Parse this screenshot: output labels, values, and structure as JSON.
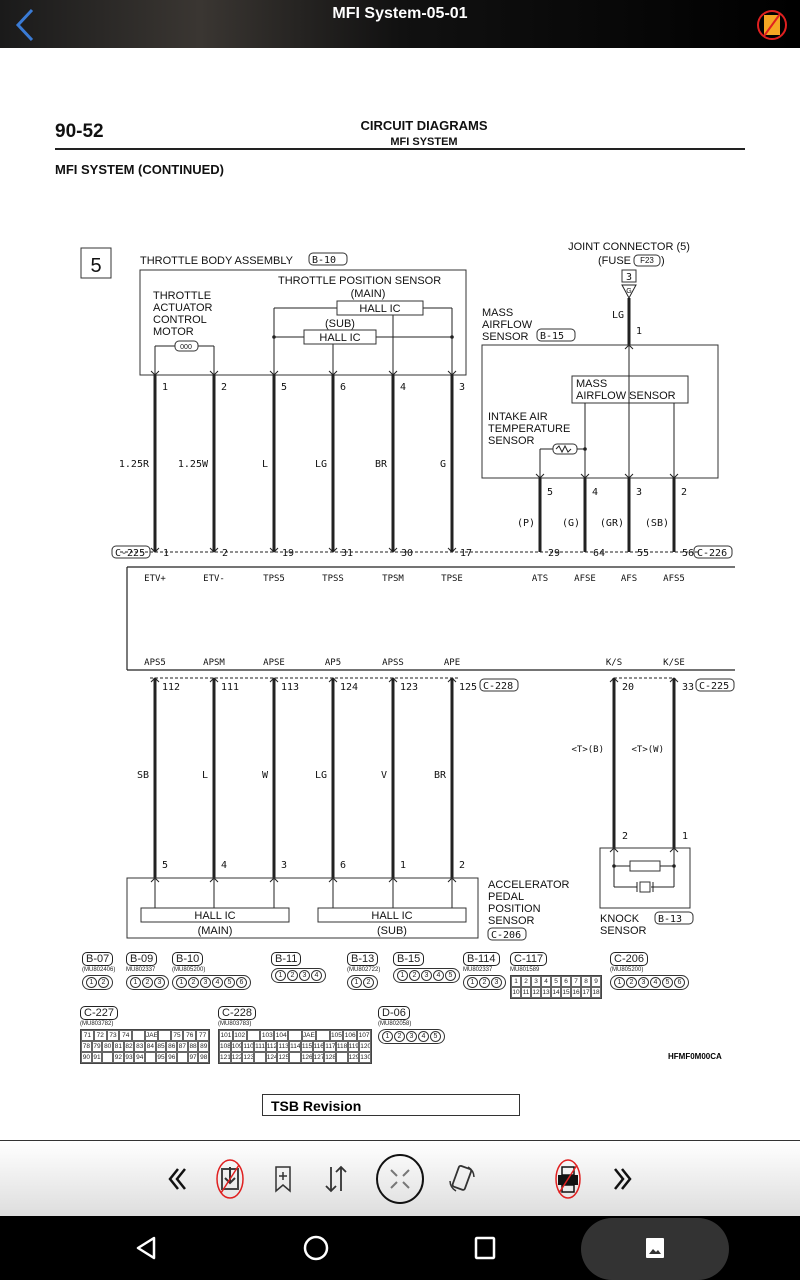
{
  "header": {
    "title": "MFI System-05-01"
  },
  "page": {
    "number": "90-52",
    "title": "CIRCUIT DIAGRAMS",
    "subtitle": "MFI SYSTEM",
    "section": "MFI SYSTEM (CONTINUED)",
    "diagram_no": "5",
    "figure_code": "HFMF0M00CA"
  },
  "throttle": {
    "assembly": "THROTTLE BODY ASSEMBLY",
    "connector": "B-10",
    "tps": "THROTTLE POSITION SENSOR",
    "main": "(MAIN)",
    "sub": "(SUB)",
    "hall_ic": "HALL IC",
    "motor": [
      "THROTTLE",
      "ACTUATOR",
      "CONTROL",
      "MOTOR"
    ],
    "coil": "000"
  },
  "top_wires": [
    {
      "pin": "1",
      "color": "1.25R",
      "ecu_pin": "1",
      "signal": "ETV+"
    },
    {
      "pin": "2",
      "color": "1.25W",
      "ecu_pin": "2",
      "signal": "ETV-"
    },
    {
      "pin": "5",
      "color": "L",
      "ecu_pin": "19",
      "signal": "TPS5"
    },
    {
      "pin": "6",
      "color": "LG",
      "ecu_pin": "31",
      "signal": "TPSS"
    },
    {
      "pin": "4",
      "color": "BR",
      "ecu_pin": "30",
      "signal": "TPSM"
    },
    {
      "pin": "3",
      "color": "G",
      "ecu_pin": "17",
      "signal": "TPSE"
    }
  ],
  "top_ecu_connector_left": "C-225",
  "top_ecu_connector_right": "C-226",
  "joint": {
    "title": "JOINT CONNECTOR (5)",
    "fuse_prefix": "(FUSE",
    "fuse": "F23",
    "fuse_suffix": ")",
    "pin": "3",
    "marker": "G",
    "color": "LG",
    "maf_pin": "1"
  },
  "maf": {
    "label": [
      "MASS",
      "AIRFLOW",
      "SENSOR"
    ],
    "connector": "B-15",
    "inner": [
      "MASS",
      "AIRFLOW SENSOR"
    ],
    "iat": [
      "INTAKE AIR",
      "TEMPERATURE",
      "SENSOR"
    ],
    "wires": [
      {
        "pin": "5",
        "color": "(P)",
        "ecu_pin": "29",
        "signal": "ATS"
      },
      {
        "pin": "4",
        "color": "(G)",
        "ecu_pin": "64",
        "signal": "AFSE"
      },
      {
        "pin": "3",
        "color": "(GR)",
        "ecu_pin": "55",
        "signal": "AFS"
      },
      {
        "pin": "2",
        "color": "(SB)",
        "ecu_pin": "56",
        "signal": "AFS5"
      }
    ]
  },
  "bottom_wires": [
    {
      "signal": "APS5",
      "ecu_pin": "112",
      "color": "SB",
      "pin": "5"
    },
    {
      "signal": "APSM",
      "ecu_pin": "111",
      "color": "L",
      "pin": "4"
    },
    {
      "signal": "APSE",
      "ecu_pin": "113",
      "color": "W",
      "pin": "3"
    },
    {
      "signal": "AP5",
      "ecu_pin": "124",
      "color": "LG",
      "pin": "6"
    },
    {
      "signal": "APSS",
      "ecu_pin": "123",
      "color": "V",
      "pin": "1"
    },
    {
      "signal": "APE",
      "ecu_pin": "125",
      "color": "BR",
      "pin": "2"
    }
  ],
  "bottom_ecu_connector": "C-228",
  "app": {
    "label": [
      "ACCELERATOR",
      "PEDAL",
      "POSITION",
      "SENSOR"
    ],
    "connector": "C-206",
    "hall_ic": "HALL IC",
    "main": "(MAIN)",
    "sub": "(SUB)"
  },
  "knock": {
    "wires": [
      {
        "signal": "K/S",
        "ecu_pin": "20",
        "color": "<T>(B)",
        "pin": "2"
      },
      {
        "signal": "K/SE",
        "ecu_pin": "33",
        "color": "<T>(W)",
        "pin": "1"
      }
    ],
    "ecu_connector": "C-225",
    "label": [
      "KNOCK",
      "SENSOR"
    ],
    "connector": "B-13"
  },
  "connectors": [
    {
      "id": "B-07",
      "part": "(MU802406)",
      "pins": [
        "1",
        "2"
      ]
    },
    {
      "id": "B-09",
      "part": "MU802337",
      "pins": [
        "1",
        "2",
        "3"
      ]
    },
    {
      "id": "B-10",
      "part": "(MU805200)",
      "pins": [
        "1",
        "2",
        "3",
        "4",
        "5",
        "6"
      ]
    },
    {
      "id": "B-11",
      "part": "",
      "pins": [
        "1",
        "2",
        "3",
        "4"
      ]
    },
    {
      "id": "B-13",
      "part": "(MU802722)",
      "pins": [
        "1",
        "2"
      ]
    },
    {
      "id": "B-15",
      "part": "",
      "pins": [
        "1",
        "2",
        "3",
        "4",
        "5"
      ]
    },
    {
      "id": "B-114",
      "part": "MU802337",
      "pins": [
        "1",
        "2",
        "3"
      ]
    },
    {
      "id": "C-206",
      "part": "(MU805200)",
      "pins": [
        "1",
        "2",
        "3",
        "4",
        "5",
        "6"
      ]
    },
    {
      "id": "D-06",
      "part": "(MU802058)",
      "pins": [
        "1",
        "2",
        "3",
        "4",
        "5"
      ]
    }
  ],
  "grid_connectors": [
    {
      "id": "C-117",
      "part": "MU801589",
      "rows": [
        [
          "1",
          "2",
          "3",
          "4",
          "5",
          "6",
          "7",
          "8",
          "9"
        ],
        [
          "10",
          "11",
          "12",
          "13",
          "14",
          "15",
          "16",
          "17",
          "18"
        ]
      ]
    },
    {
      "id": "C-227",
      "part": "(MU803782)",
      "rows": [
        [
          "71",
          "72",
          "73",
          "74",
          "",
          "JAE",
          "",
          "75",
          "76",
          "77"
        ],
        [
          "78",
          "79",
          "80",
          "81",
          "82",
          "83",
          "84",
          "85",
          "86",
          "87",
          "88",
          "89"
        ],
        [
          "90",
          "91",
          "",
          "92",
          "93",
          "94",
          "",
          "95",
          "96",
          "",
          "97",
          "98"
        ]
      ]
    },
    {
      "id": "C-228",
      "part": "(MU803783)",
      "rows": [
        [
          "101",
          "102",
          "",
          "103",
          "104",
          "",
          "JAE",
          "",
          "105",
          "106",
          "107"
        ],
        [
          "108",
          "109",
          "110",
          "111",
          "112",
          "113",
          "114",
          "115",
          "116",
          "117",
          "118",
          "119",
          "120"
        ],
        [
          "121",
          "122",
          "123",
          "",
          "124",
          "125",
          "",
          "126",
          "127",
          "128",
          "",
          "129",
          "130"
        ]
      ]
    }
  ],
  "tsb": "TSB Revision",
  "colors": {
    "accent_blue": "#3a7bd5",
    "warn_red": "#e02020",
    "folder_orange": "#f5a623"
  }
}
